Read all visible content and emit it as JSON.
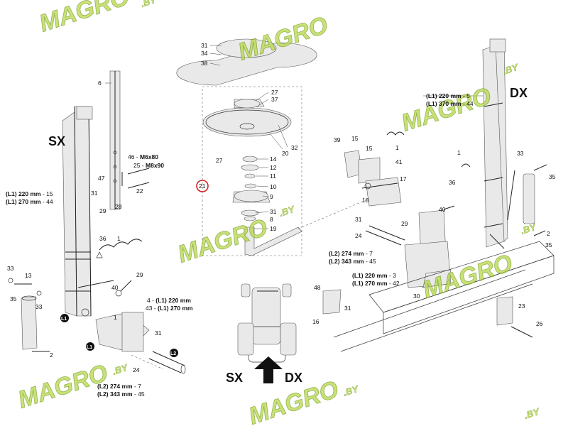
{
  "side_labels": {
    "sx": "SX",
    "dx": "DX"
  },
  "tractor_labels": {
    "sx": "SX",
    "dx": "DX"
  },
  "highlighted_part": "21",
  "watermark": {
    "text": "MAGRO",
    "suffix": ".BY"
  },
  "callouts": {
    "sx_l1_upper": "(L1) 220 mm",
    "sx_l1_upper_ref": " - 15",
    "sx_l1_lower": "(L1) 270 mm",
    "sx_l1_lower_ref": " - 44",
    "bolt_46_num": "46 - ",
    "bolt_46_size": "M6x80",
    "bolt_25_num": "25 - ",
    "bolt_25_size": "M8x90",
    "br_4": "4 - ",
    "br_4_len": "(L1) 220 mm",
    "br_43": "43 - ",
    "br_43_len": "(L1) 270 mm",
    "pin_l2_upper": "(L2) 274 mm",
    "pin_l2_upper_ref": " - 7",
    "pin_l2_lower": "(L2) 343 mm",
    "pin_l2_lower_ref": " - 45",
    "c_l2_upper": "(L2) 274 mm",
    "c_l2_upper_ref": " - 7",
    "c_l2_lower": "(L2) 343 mm",
    "c_l2_lower_ref": " - 45",
    "c_l1_upper": "(L1) 220 mm",
    "c_l1_upper_ref": " - 3",
    "c_l1_lower": "(L1) 270 mm",
    "c_l1_lower_ref": " - 42",
    "dx_l1_upper": "(L1) 220 mm",
    "dx_l1_upper_ref": " - 5",
    "dx_l1_lower": "(L1) 370 mm",
    "dx_l1_lower_ref": " - 44"
  },
  "badges": {
    "l1": "L1",
    "l2": "L2"
  },
  "part_numbers": {
    "p31a": "31",
    "p34": "34",
    "p38": "38",
    "p27a": "27",
    "p37": "37",
    "p27b": "27",
    "p20": "20",
    "p32": "32",
    "p14": "14",
    "p12": "12",
    "p11": "11",
    "p10": "10",
    "p9": "9",
    "p31b": "31",
    "p8": "8",
    "p19": "19",
    "p6": "6",
    "p47": "47",
    "p31c": "31",
    "p22": "22",
    "p29a": "29",
    "p28a": "28",
    "p36a": "36",
    "p1a": "1",
    "p33a": "33",
    "p13": "13",
    "p35a": "35",
    "p33b": "33",
    "p2a": "2",
    "p40a": "40",
    "p29b": "29",
    "p1b": "1",
    "p31d": "31",
    "p24a": "24",
    "p39": "39",
    "p15a": "15",
    "p15b": "15",
    "p1c": "1",
    "p41": "41",
    "p17": "17",
    "p18": "18",
    "p31e": "31",
    "p24b": "24",
    "p29c": "29",
    "p40b": "40",
    "p48": "48",
    "p31f": "31",
    "p16": "16",
    "p30": "30",
    "p23": "23",
    "p26": "26",
    "p33c": "33",
    "p1d": "1",
    "p36b": "36",
    "p35b": "35",
    "p2b": "2",
    "p35c": "35"
  }
}
